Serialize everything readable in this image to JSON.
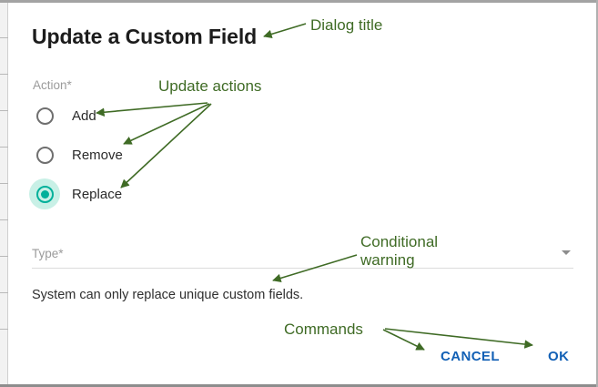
{
  "dialog": {
    "title": "Update a Custom Field",
    "action": {
      "label": "Action*",
      "options": [
        {
          "label": "Add",
          "selected": false
        },
        {
          "label": "Remove",
          "selected": false
        },
        {
          "label": "Replace",
          "selected": true
        }
      ]
    },
    "type_select": {
      "label": "Type*",
      "value": "",
      "caret_icon": "chevron-down-icon"
    },
    "warning": "System can only replace unique custom fields.",
    "commands": {
      "cancel_label": "CANCEL",
      "ok_label": "OK"
    }
  },
  "annotations": [
    {
      "id": "dialog-title",
      "text": "Dialog title"
    },
    {
      "id": "update-actions",
      "text": "Update actions"
    },
    {
      "id": "conditional-warning",
      "text": "Conditional\nwarning"
    },
    {
      "id": "commands",
      "text": "Commands"
    }
  ],
  "colors": {
    "accent_teal": "#00b09a",
    "accent_teal_halo": "#c8f0e6",
    "command_blue": "#1260b5",
    "annotation_green": "#3f6b25",
    "label_gray": "#9b9b9b",
    "frame_gray": "#a3a3a3"
  }
}
